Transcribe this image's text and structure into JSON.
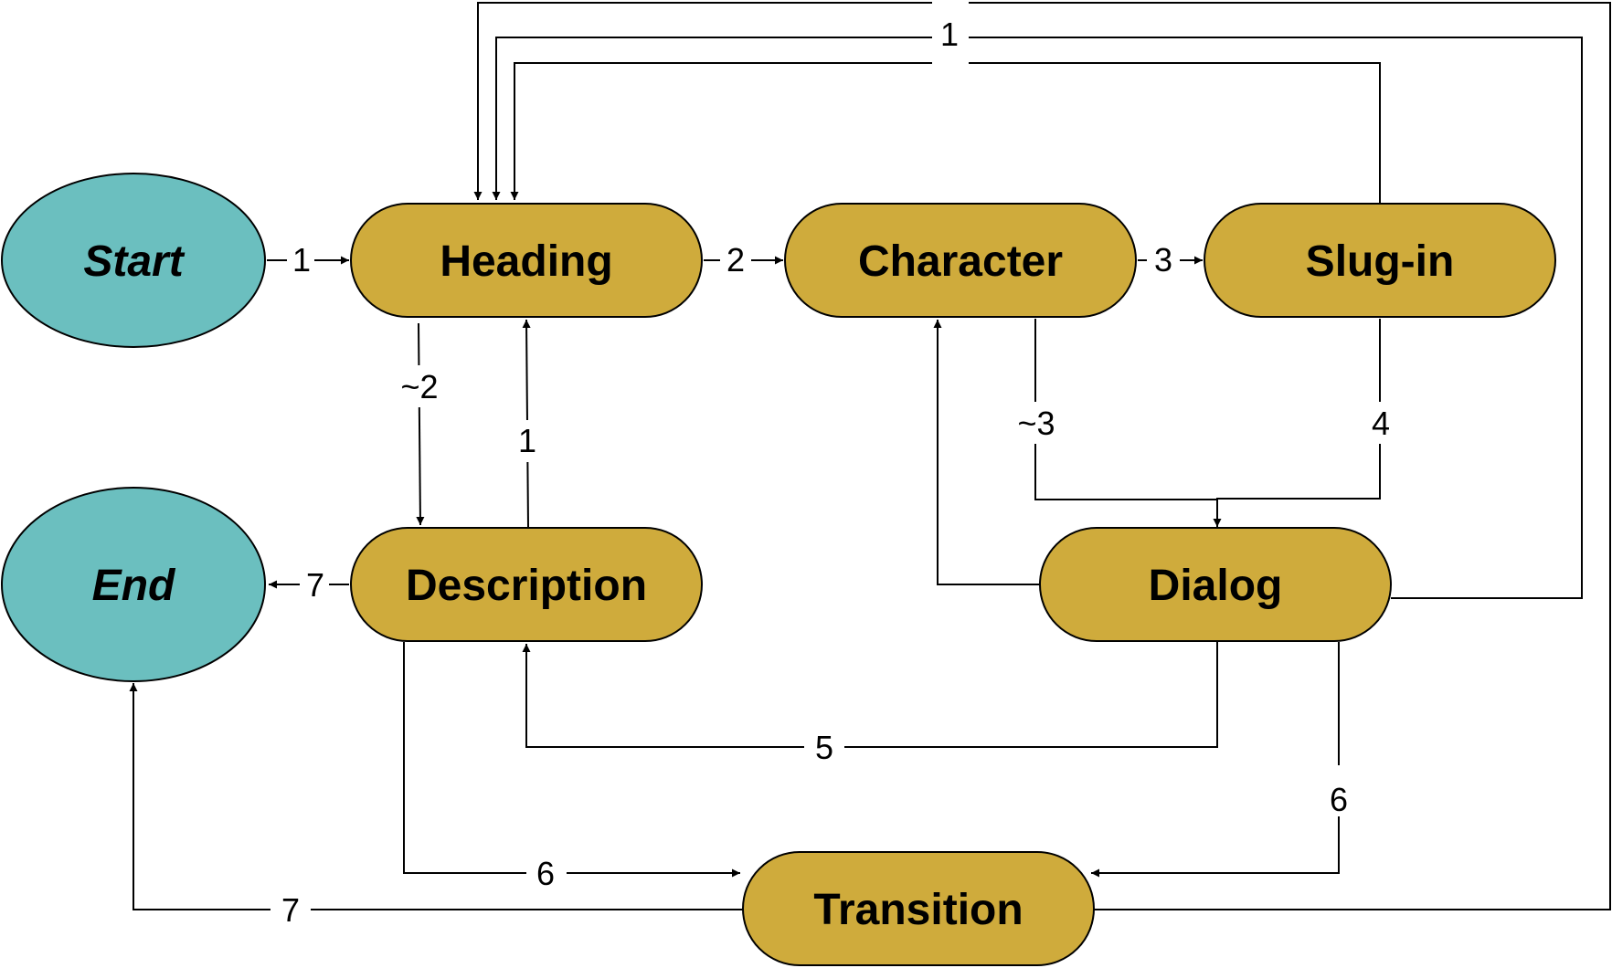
{
  "colors": {
    "process_node": "#cfab3c",
    "terminal_node": "#6bbfbf",
    "edge": "#000000"
  },
  "nodes": {
    "start": "Start",
    "heading": "Heading",
    "character": "Character",
    "slugin": "Slug-in",
    "end": "End",
    "description": "Description",
    "dialog": "Dialog",
    "transition": "Transition"
  },
  "edges": {
    "start_heading": "1",
    "heading_character": "2",
    "character_slugin": "3",
    "heading_description": "~2",
    "description_heading": "1",
    "character_dialog": "~3",
    "slugin_dialog": "4",
    "description_end": "7",
    "dialog_description": "5",
    "description_transition": "6",
    "dialog_transition": "6",
    "transition_end": "7",
    "loop_heading": "1"
  }
}
